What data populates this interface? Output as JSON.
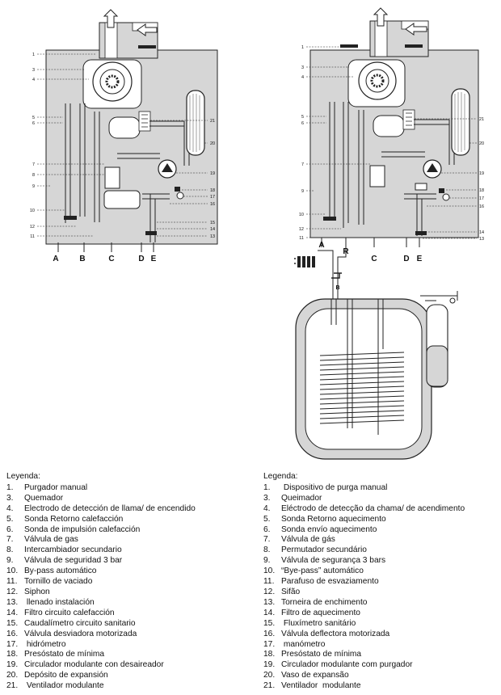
{
  "diagram": {
    "left_connections": [
      "A",
      "B",
      "C",
      "D",
      "E"
    ],
    "right_connections": [
      "A",
      "R",
      "C",
      "D",
      "E"
    ],
    "right_secondary_label": "B",
    "left_callouts_left": [
      "1",
      "3",
      "4",
      "5",
      "6",
      "7",
      "8",
      "9",
      "10",
      "12",
      "11"
    ],
    "left_callouts_right": [
      "21",
      "20",
      "19",
      "18",
      "17",
      "16",
      "15",
      "14",
      "13"
    ],
    "right_callouts_left": [
      "1",
      "3",
      "4",
      "5",
      "6",
      "7",
      "9",
      "10",
      "12",
      "11"
    ],
    "right_callouts_right": [
      "21",
      "20",
      "19",
      "18",
      "17",
      "16",
      "14",
      "13"
    ]
  },
  "legend_left": {
    "title": "Leyenda:",
    "items": [
      {
        "num": "1.",
        "text": "Purgador manual"
      },
      {
        "num": "3.",
        "text": "Quemador"
      },
      {
        "num": "4.",
        "text": "Electrodo de detección de llama/ de encendido"
      },
      {
        "num": "5.",
        "text": "Sonda Retorno calefacción"
      },
      {
        "num": "6.",
        "text": "Sonda de impulsión calefacción"
      },
      {
        "num": "7.",
        "text": "Válvula de gas"
      },
      {
        "num": "8.",
        "text": "Intercambiador secundario"
      },
      {
        "num": "9.",
        "text": "Válvula de seguridad 3 bar"
      },
      {
        "num": "10.",
        "text": "By-pass automático"
      },
      {
        "num": "11.",
        "text": "Tornillo de vaciado"
      },
      {
        "num": "12.",
        "text": "Siphon"
      },
      {
        "num": "13.",
        "text": " llenado instalación"
      },
      {
        "num": "14.",
        "text": "Filtro circuito calefacción"
      },
      {
        "num": "15.",
        "text": "Caudalímetro circuito sanitario"
      },
      {
        "num": "16.",
        "text": "Válvula desviadora motorizada"
      },
      {
        "num": "17.",
        "text": " hidrómetro"
      },
      {
        "num": "18.",
        "text": "Presóstato de mínima"
      },
      {
        "num": "19.",
        "text": "Circulador modulante con desaireador"
      },
      {
        "num": "20.",
        "text": "Depósito de expansión"
      },
      {
        "num": "21.",
        "text": " Ventilador modulante"
      }
    ]
  },
  "legend_right": {
    "title": "Legenda:",
    "items": [
      {
        "num": "1.",
        "text": " Dispositivo de purga manual"
      },
      {
        "num": "3.",
        "text": "Queimador"
      },
      {
        "num": "4.",
        "text": "Eléctrodo de detecção da chama/ de acendimento"
      },
      {
        "num": "5.",
        "text": "Sonda Retorno aquecimento"
      },
      {
        "num": "6.",
        "text": "Sonda envío aquecimento"
      },
      {
        "num": "7.",
        "text": "Válvula de gás"
      },
      {
        "num": "8.",
        "text": "Permutador secundário"
      },
      {
        "num": "9.",
        "text": "Válvula de segurança 3 bars"
      },
      {
        "num": "10.",
        "text": "“Bye-pass” automático"
      },
      {
        "num": "11.",
        "text": "Parafuso de esvaziamento"
      },
      {
        "num": "12.",
        "text": "Sifão"
      },
      {
        "num": "13.",
        "text": "Torneira de enchimento"
      },
      {
        "num": "14.",
        "text": "Filtro de aquecimento"
      },
      {
        "num": "15.",
        "text": " Fluxímetro sanitário"
      },
      {
        "num": "16.",
        "text": "Válvula deflectora motorizada"
      },
      {
        "num": "17.",
        "text": " manómetro"
      },
      {
        "num": "18.",
        "text": "Presóstato de mínima"
      },
      {
        "num": "19.",
        "text": "Circulador modulante com purgador"
      },
      {
        "num": "20.",
        "text": "Vaso de expansão"
      },
      {
        "num": "21.",
        "text": "Ventilador  modulante"
      }
    ]
  }
}
